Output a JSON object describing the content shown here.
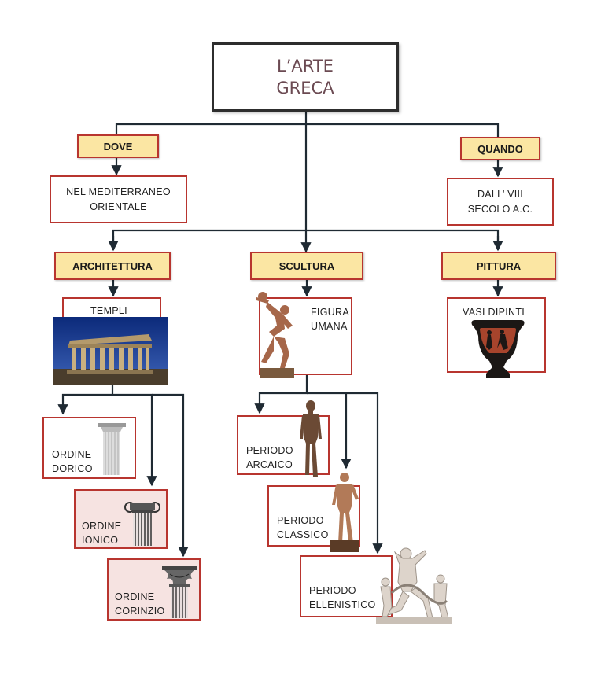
{
  "title": {
    "line1": "L’ARTE",
    "line2": "GRECA"
  },
  "dove": {
    "label": "DOVE",
    "line1": "NEL  MEDITERRANEO",
    "line2": "ORIENTALE"
  },
  "quando": {
    "label": "QUANDO",
    "line1": "DALL’  VIII",
    "line2": "SECOLO  A.C."
  },
  "architettura": {
    "label": "ARCHITETTURA",
    "templi": "TEMPLI",
    "dorico": {
      "line1": "ORDINE",
      "line2": "DORICO"
    },
    "ionico": {
      "line1": "ORDINE",
      "line2": "IONICO"
    },
    "corinzio": {
      "line1": "ORDINE",
      "line2": "CORINZIO"
    }
  },
  "scultura": {
    "label": "SCULTURA",
    "figura": {
      "line1": "FIGURA",
      "line2": "UMANA"
    },
    "arcaico": {
      "line1": "PERIODO",
      "line2": "ARCAICO"
    },
    "classico": {
      "line1": "PERIODO",
      "line2": "CLASSICO"
    },
    "ellenistico": {
      "line1": "PERIODO",
      "line2": "ELLENISTICO"
    }
  },
  "pittura": {
    "label": "PITTURA",
    "vasi": "VASI  DIPINTI"
  },
  "colors": {
    "border": "#b8352f",
    "label_fill": "#fbe6a3",
    "connector": "#1f2a33"
  }
}
